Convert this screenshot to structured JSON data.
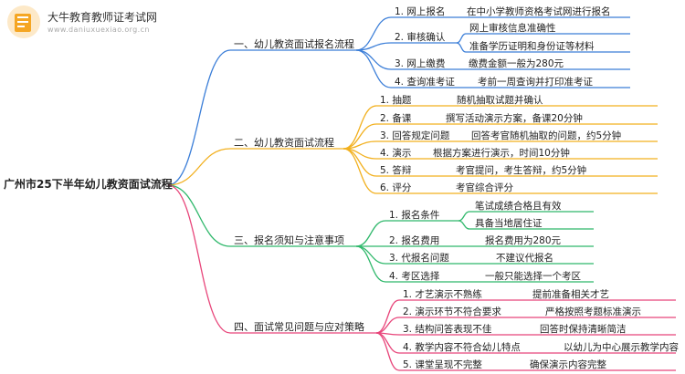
{
  "logo": {
    "brand": "大牛教育教师证考试网",
    "site": "www.daniuxuexiao.org.cn"
  },
  "root": "广州市25下半年幼儿教资面试流程",
  "branches": [
    {
      "label": "一、幼儿教资面试报名流程",
      "color": "#3b7ed8",
      "items": [
        {
          "label": "1. 网上报名",
          "details": [
            "在中小学教师资格考试网进行报名"
          ]
        },
        {
          "label": "2. 审核确认",
          "details": [
            "网上审核信息准确性",
            "准备学历证明和身份证等材料"
          ]
        },
        {
          "label": "3. 网上缴费",
          "details": [
            "缴费金额一般为280元"
          ]
        },
        {
          "label": "4. 查询准考证",
          "details": [
            "考前一周查询并打印准考证"
          ]
        }
      ]
    },
    {
      "label": "二、幼儿教资面试流程",
      "color": "#f2b01e",
      "items": [
        {
          "label": "1. 抽题",
          "details": [
            "随机抽取试题并确认"
          ]
        },
        {
          "label": "2. 备课",
          "details": [
            "撰写活动演示方案，备课20分钟"
          ]
        },
        {
          "label": "3. 回答规定问题",
          "details": [
            "回答考官随机抽取的问题，约5分钟"
          ]
        },
        {
          "label": "4. 演示",
          "details": [
            "根据方案进行演示，时间10分钟"
          ]
        },
        {
          "label": "5. 答辩",
          "details": [
            "考官提问，考生答辩，约5分钟"
          ]
        },
        {
          "label": "6. 评分",
          "details": [
            "考官综合评分"
          ]
        }
      ]
    },
    {
      "label": "三、报名须知与注意事项",
      "color": "#2fb86b",
      "items": [
        {
          "label": "1. 报名条件",
          "details": [
            "笔试成绩合格且有效",
            "具备当地居住证"
          ]
        },
        {
          "label": "2. 报名费用",
          "details": [
            "报名费用为280元"
          ]
        },
        {
          "label": "3. 代报名问题",
          "details": [
            "不建议代报名"
          ]
        },
        {
          "label": "4. 考区选择",
          "details": [
            "一般只能选择一个考区"
          ]
        }
      ]
    },
    {
      "label": "四、面试常见问题与应对策略",
      "color": "#e8457a",
      "items": [
        {
          "label": "1. 才艺演示不熟练",
          "details": [
            "提前准备相关才艺"
          ]
        },
        {
          "label": "2. 演示环节不符合要求",
          "details": [
            "严格按照考题标准演示"
          ]
        },
        {
          "label": "3. 结构问答表现不佳",
          "details": [
            "回答时保持清晰简洁"
          ]
        },
        {
          "label": "4. 教学内容不符合幼儿特点",
          "details": [
            "以幼儿为中心展示教学内容"
          ]
        },
        {
          "label": "5. 课堂呈现不完整",
          "details": [
            "确保演示内容完整"
          ]
        }
      ]
    }
  ]
}
